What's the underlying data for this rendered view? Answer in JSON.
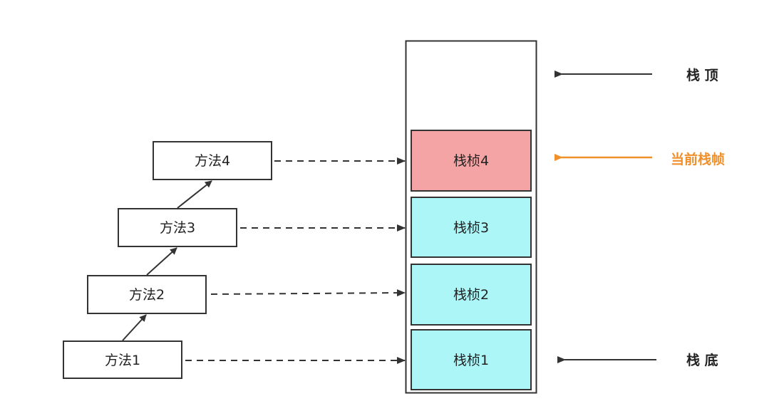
{
  "diagram": {
    "methods": [
      {
        "label": "方法1"
      },
      {
        "label": "方法2"
      },
      {
        "label": "方法3"
      },
      {
        "label": "方法4"
      }
    ],
    "frames": [
      {
        "label": "栈桢1"
      },
      {
        "label": "栈桢2"
      },
      {
        "label": "栈桢3"
      },
      {
        "label": "栈桢4"
      }
    ],
    "labels": {
      "top": "栈 顶",
      "current": "当前栈帧",
      "bottom": "栈 底"
    },
    "colors": {
      "frame_fill": "#adf6f8",
      "current_frame_fill": "#f4a4a4",
      "current_label": "#f0902a",
      "line": "#333333"
    }
  }
}
